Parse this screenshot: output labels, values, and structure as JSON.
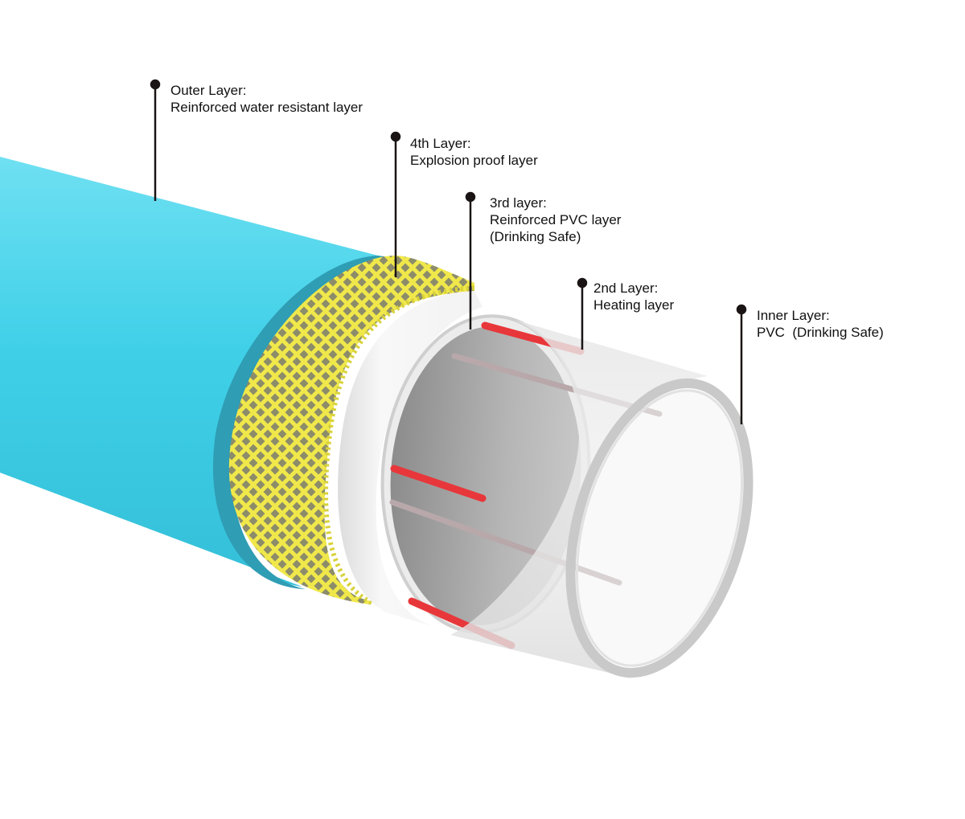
{
  "colors": {
    "outer_layer": "#3fd0e8",
    "outer_layer_edge": "#2a8fa6",
    "explosion_mesh": "#f0e84a",
    "reinforced_pvc": "#f6f6f6",
    "inner_pvc": "#c9c9c9",
    "heating_wire": "#e8373a",
    "guide_wire": "#b9a8aa",
    "leader_line": "#1a1414"
  },
  "callouts": [
    {
      "id": "outer",
      "title": "Outer Layer:",
      "lines": [
        "Reinforced water resistant layer"
      ]
    },
    {
      "id": "fourth",
      "title": "4th Layer:",
      "lines": [
        "Explosion proof layer"
      ]
    },
    {
      "id": "third",
      "title": "3rd layer:",
      "lines": [
        "Reinforced PVC layer",
        "(Drinking Safe)"
      ]
    },
    {
      "id": "second",
      "title": "2nd Layer:",
      "lines": [
        "Heating layer"
      ]
    },
    {
      "id": "inner",
      "title": "Inner Layer:",
      "lines": [
        "PVC  (Drinking Safe)"
      ]
    }
  ]
}
